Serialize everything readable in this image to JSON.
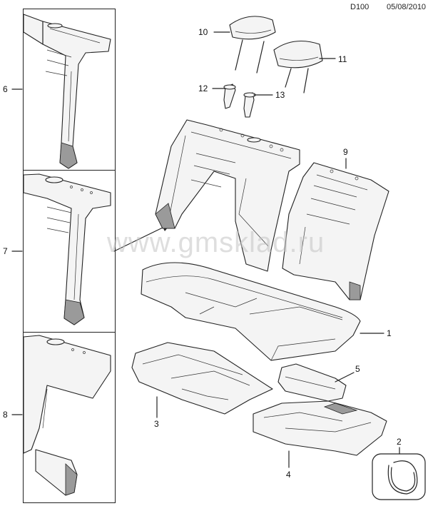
{
  "header": {
    "code": "D100",
    "date": "05/08/2010"
  },
  "watermark": "www.gmsklad.ru",
  "detail_panels": [
    {
      "label": "6"
    },
    {
      "label": "7"
    },
    {
      "label": "8"
    }
  ],
  "callouts": {
    "c1": "1",
    "c2": "2",
    "c3": "3",
    "c4": "4",
    "c5": "5",
    "c9": "9",
    "c10": "10",
    "c11": "11",
    "c12": "12",
    "c13": "13"
  }
}
